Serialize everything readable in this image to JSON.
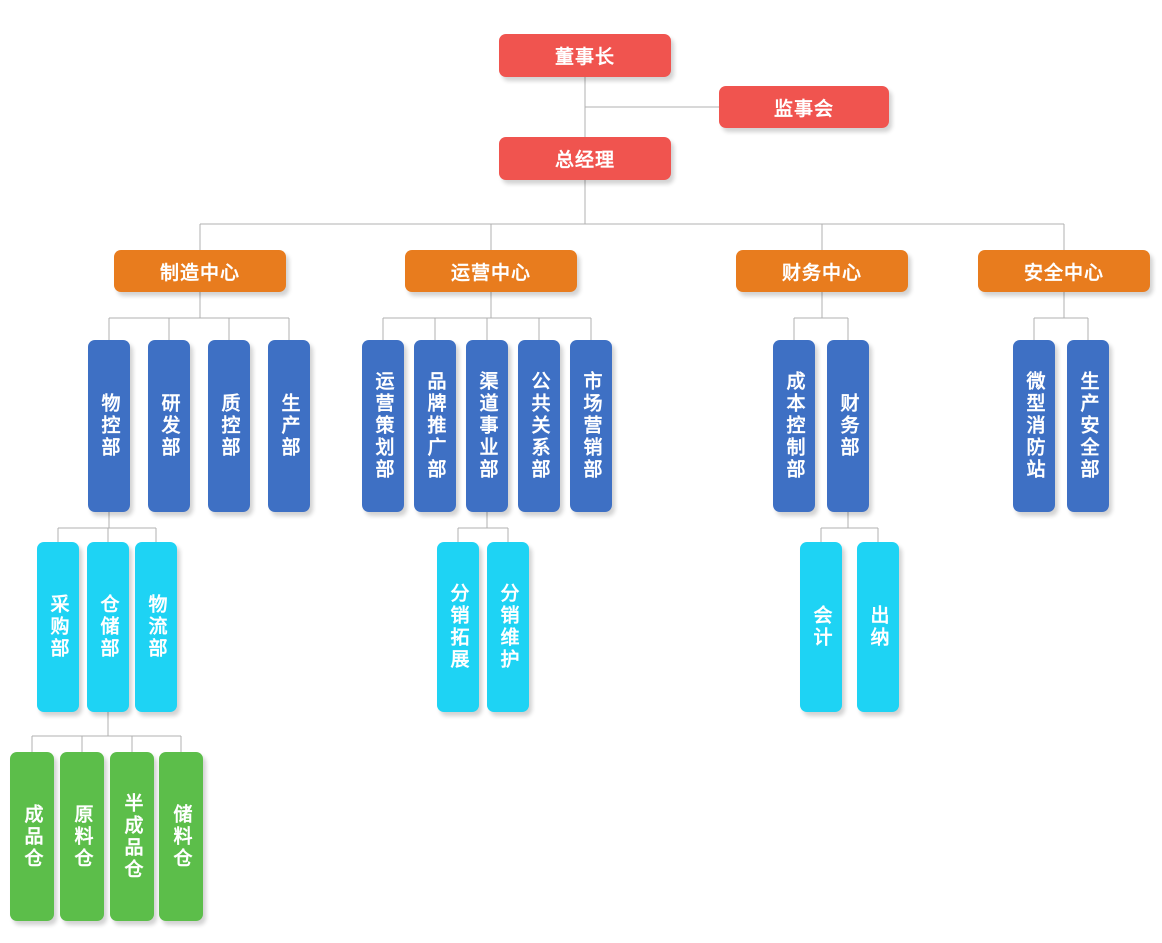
{
  "colors": {
    "exec": "#f0544f",
    "center": "#e87c1e",
    "dept": "#3e70c4",
    "sub": "#1ed3f4",
    "warehouse": "#5cbe4a",
    "connector": "#b0b0b0",
    "text": "#ffffff"
  },
  "nodes": {
    "chairman": "董事长",
    "supervisory_board": "监事会",
    "general_manager": "总经理",
    "manufacturing_center": "制造中心",
    "operations_center": "运营中心",
    "finance_center": "财务中心",
    "safety_center": "安全中心",
    "materials_control": "物控部",
    "rnd": "研发部",
    "quality_control": "质控部",
    "production": "生产部",
    "operations_planning": "运营策划部",
    "brand_promotion": "品牌推广部",
    "channel_business": "渠道事业部",
    "public_relations": "公共关系部",
    "marketing": "市场营销部",
    "cost_control": "成本控制部",
    "finance_dept": "财务部",
    "micro_fire_station": "微型消防站",
    "production_safety": "生产安全部",
    "procurement": "采购部",
    "warehousing": "仓储部",
    "logistics": "物流部",
    "distribution_expansion": "分销拓展",
    "distribution_maintenance": "分销维护",
    "accounting": "会计",
    "cashier": "出纳",
    "finished_goods_warehouse": "成品仓",
    "raw_materials_warehouse": "原料仓",
    "semi_finished_warehouse": "半成品仓",
    "storage_warehouse": "储料仓"
  },
  "hierarchy": {
    "root": "chairman",
    "children": {
      "chairman": [
        "supervisory_board",
        "general_manager"
      ],
      "general_manager": [
        "manufacturing_center",
        "operations_center",
        "finance_center",
        "safety_center"
      ],
      "manufacturing_center": [
        "materials_control",
        "rnd",
        "quality_control",
        "production"
      ],
      "operations_center": [
        "operations_planning",
        "brand_promotion",
        "channel_business",
        "public_relations",
        "marketing"
      ],
      "finance_center": [
        "cost_control",
        "finance_dept"
      ],
      "safety_center": [
        "micro_fire_station",
        "production_safety"
      ],
      "materials_control": [
        "procurement",
        "warehousing",
        "logistics"
      ],
      "channel_business": [
        "distribution_expansion",
        "distribution_maintenance"
      ],
      "finance_dept": [
        "accounting",
        "cashier"
      ],
      "warehousing": [
        "finished_goods_warehouse",
        "raw_materials_warehouse",
        "semi_finished_warehouse",
        "storage_warehouse"
      ]
    }
  }
}
